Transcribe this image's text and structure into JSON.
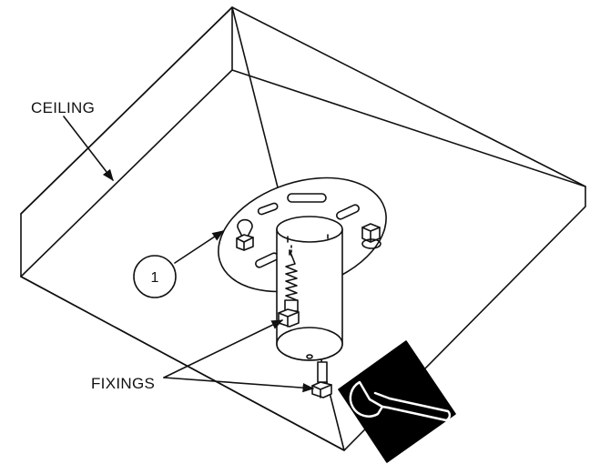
{
  "diagram": {
    "labels": {
      "ceiling": "CEILING",
      "fixings": "FIXINGS",
      "callout_number": "1"
    },
    "colors": {
      "stroke": "#111111",
      "background": "#ffffff",
      "wrench_fill": "#000000"
    }
  }
}
